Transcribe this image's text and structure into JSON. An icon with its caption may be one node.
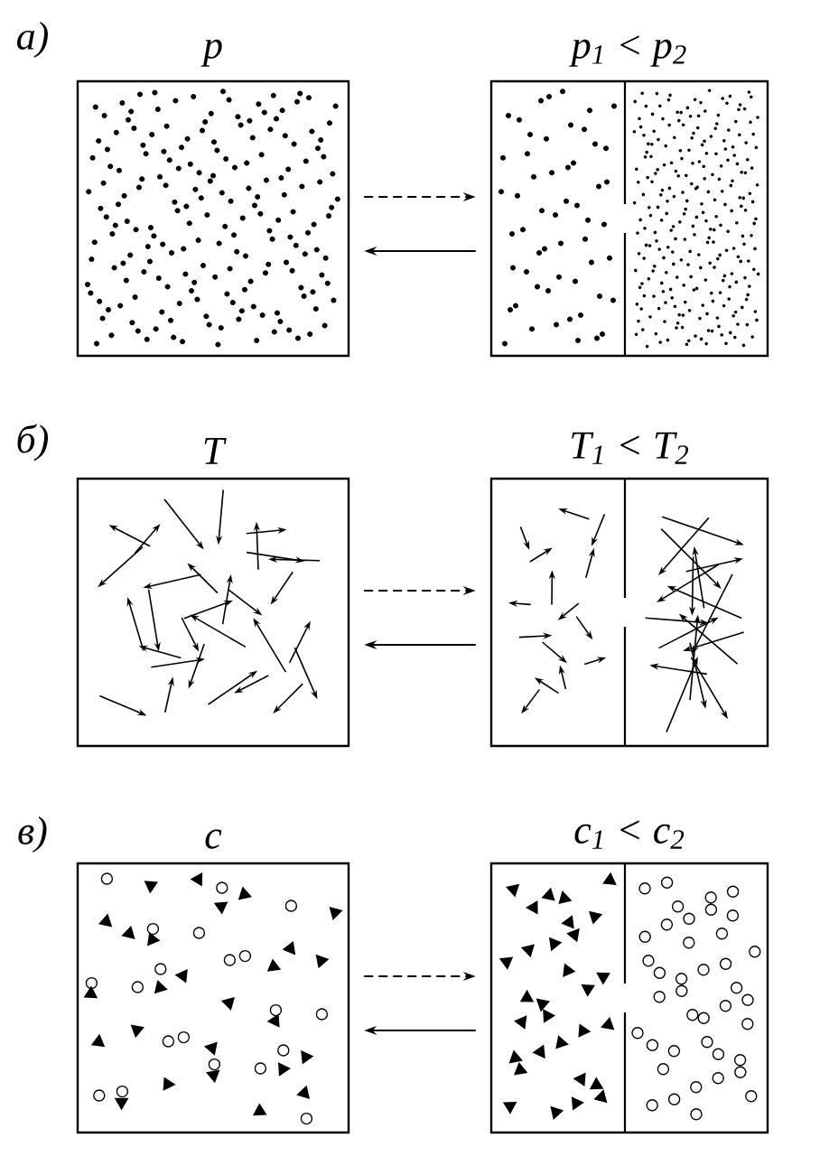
{
  "diagram": {
    "nodes": [
      {
        "text": [
          "p"
        ]
      },
      {
        "text": [
          "*p*$_{1}$ < *p*$_{2}$"
        ]
      },
      {
        "text": [
          "T"
        ]
      },
      {
        "text": [
          "*T*$_{1}$ < *T*$_{2}$"
        ]
      },
      {
        "text": [
          "c"
        ]
      },
      {
        "text": [
          "*c*$_{1}$ < *c*$_{2}$"
        ]
      }
    ],
    "edges": [
      {
        "from": 0,
        "to": 1,
        "arrow": "to",
        "style": "dashed"
      },
      {
        "from": 1,
        "to": 0,
        "arrow": "to"
      },
      {
        "from": 2,
        "to": 3,
        "arrow": "to",
        "style": "dashed"
      },
      {
        "from": 3,
        "to": 2,
        "arrow": "to"
      },
      {
        "from": 4,
        "to": 5,
        "arrow": "to",
        "style": "dashed"
      },
      {
        "from": 5,
        "to": 4,
        "arrow": "to"
      }
    ],
    "labels": [
      "а)",
      "б)",
      "в)"
    ]
  }
}
